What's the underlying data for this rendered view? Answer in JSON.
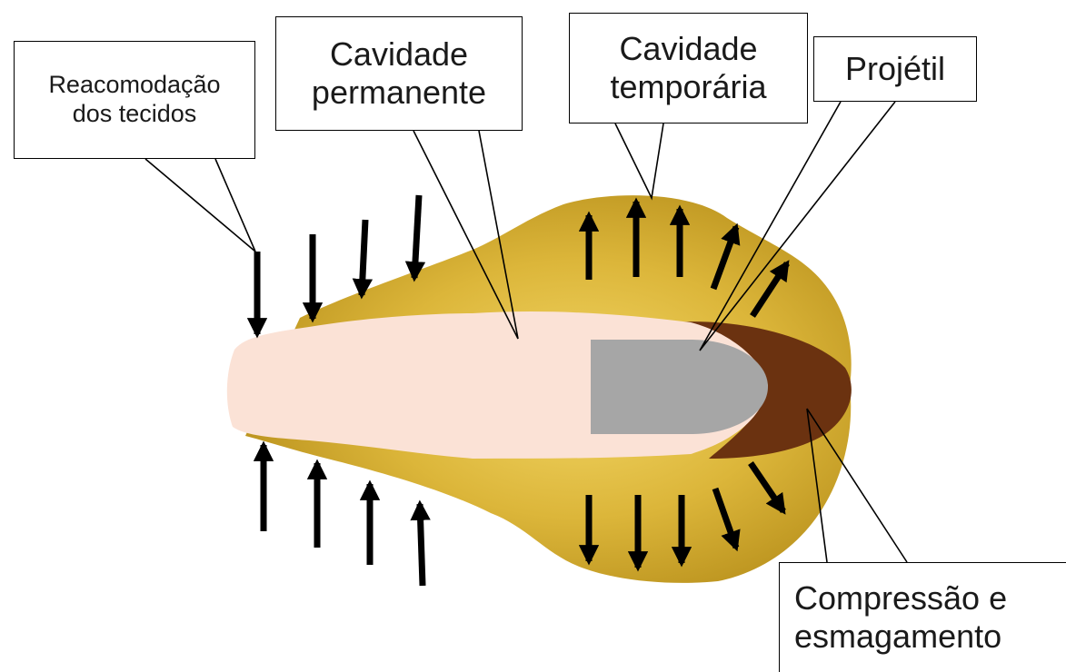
{
  "labels": {
    "reacomodacao": {
      "line1": "Reacomodação",
      "line2": "dos tecidos"
    },
    "permanente": {
      "line1": "Cavidade",
      "line2": "permanente"
    },
    "temporaria": {
      "line1": "Cavidade",
      "line2": "temporária"
    },
    "projetil": {
      "line1": "Projétil"
    },
    "compressao": {
      "line1": "Compressão e",
      "line2": "esmagamento"
    }
  },
  "colors": {
    "temporary_cavity": "#c9a21f",
    "temporary_cavity_highlight": "#f1d25e",
    "permanent_cavity": "#fbe2d6",
    "crushed_zone": "#6b3210",
    "projectile": "#a6a6a6",
    "arrows": "#000000"
  }
}
